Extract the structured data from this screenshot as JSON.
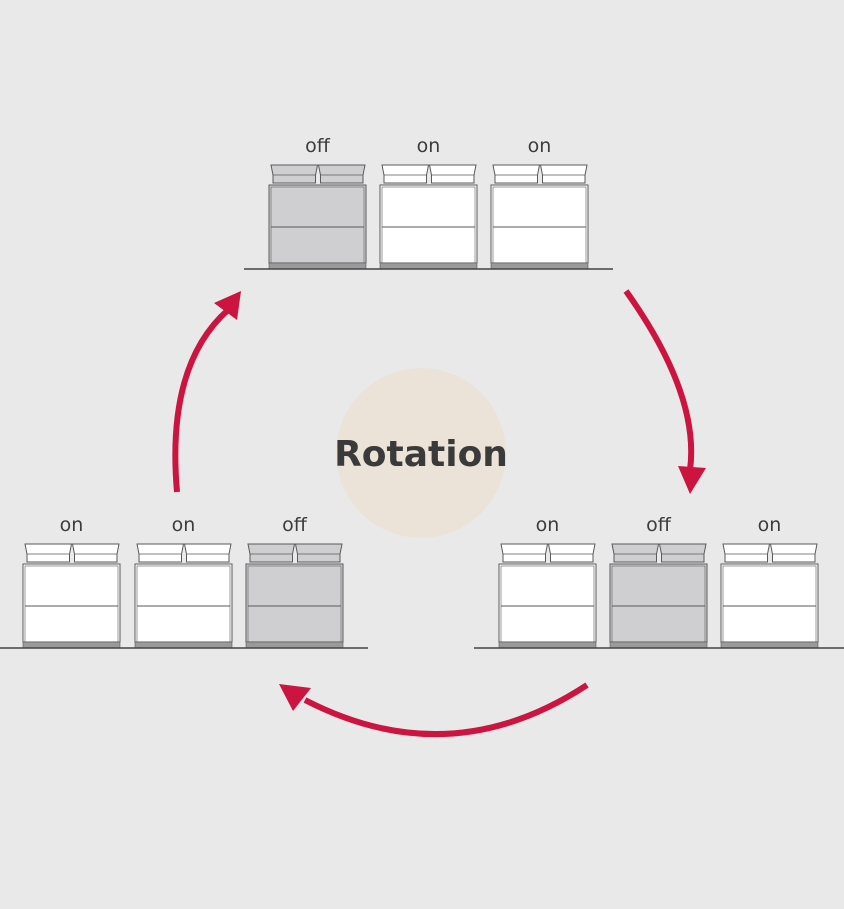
{
  "center": {
    "title": "Rotation",
    "fill": "#ebe3d7"
  },
  "colors": {
    "background": "#e9e9e9",
    "arrow": "#cc1440",
    "on_fill": "#ffffff",
    "off_fill": "#cfcfd1",
    "outline": "#5a5a5a",
    "base": "#9a9a9a",
    "floor": "#444444",
    "text": "#3c3c3c"
  },
  "groups": [
    {
      "name": "group-top",
      "units": [
        {
          "label": "off",
          "state": "off"
        },
        {
          "label": "on",
          "state": "on"
        },
        {
          "label": "on",
          "state": "on"
        }
      ]
    },
    {
      "name": "group-right",
      "units": [
        {
          "label": "on",
          "state": "on"
        },
        {
          "label": "off",
          "state": "off"
        },
        {
          "label": "on",
          "state": "on"
        }
      ]
    },
    {
      "name": "group-left",
      "units": [
        {
          "label": "on",
          "state": "on"
        },
        {
          "label": "on",
          "state": "on"
        },
        {
          "label": "off",
          "state": "off"
        }
      ]
    }
  ],
  "arrows": [
    {
      "name": "arrow-top-to-right"
    },
    {
      "name": "arrow-right-to-left"
    },
    {
      "name": "arrow-left-to-top"
    }
  ]
}
